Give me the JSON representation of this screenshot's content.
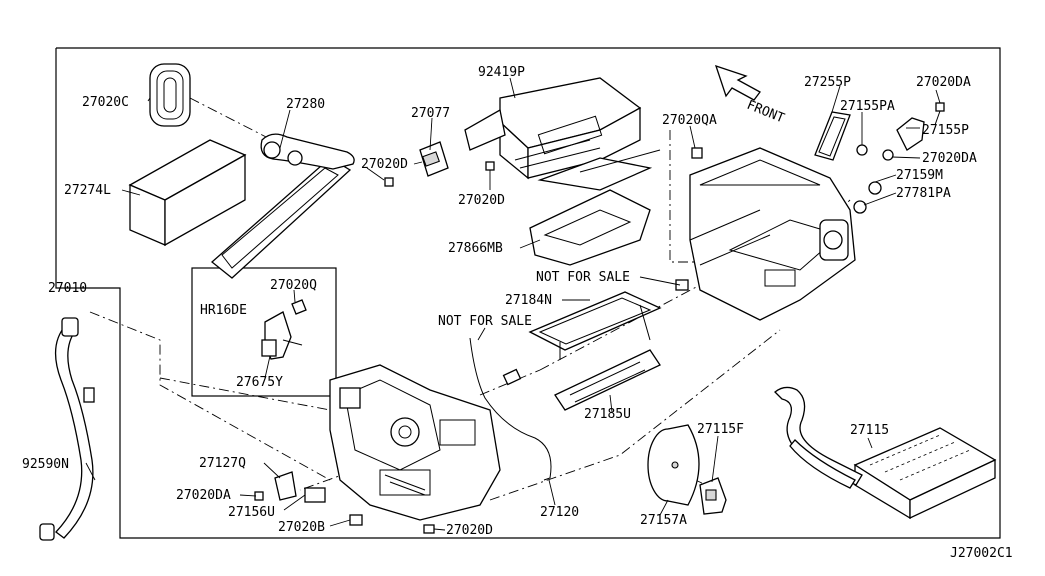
{
  "diagram_id": "J27002C1",
  "direction_label": "FRONT",
  "variant_label": "HR16DE",
  "note_label": "NOT FOR SALE",
  "part_numbers": {
    "p27020C": "27020C",
    "p27280": "27280",
    "p27274L": "27274L",
    "p27010": "27010",
    "p27020Q": "27020Q",
    "p27675Y": "27675Y",
    "p92590N": "92590N",
    "p92419P": "92419P",
    "p27077": "27077",
    "p27020D": "27020D",
    "p27866MB": "27866MB",
    "p27020QA": "27020QA",
    "p27255P": "27255P",
    "p27020DA": "27020DA",
    "p27155PA": "27155PA",
    "p27155P": "27155P",
    "p27159M": "27159M",
    "p27781PA": "27781PA",
    "p27184N": "27184N",
    "p27185U": "27185U",
    "p27127Q": "27127Q",
    "p27156U": "27156U",
    "p27020B": "27020B",
    "p27120": "27120",
    "p27115F": "27115F",
    "p27157A": "27157A",
    "p27115": "27115"
  }
}
